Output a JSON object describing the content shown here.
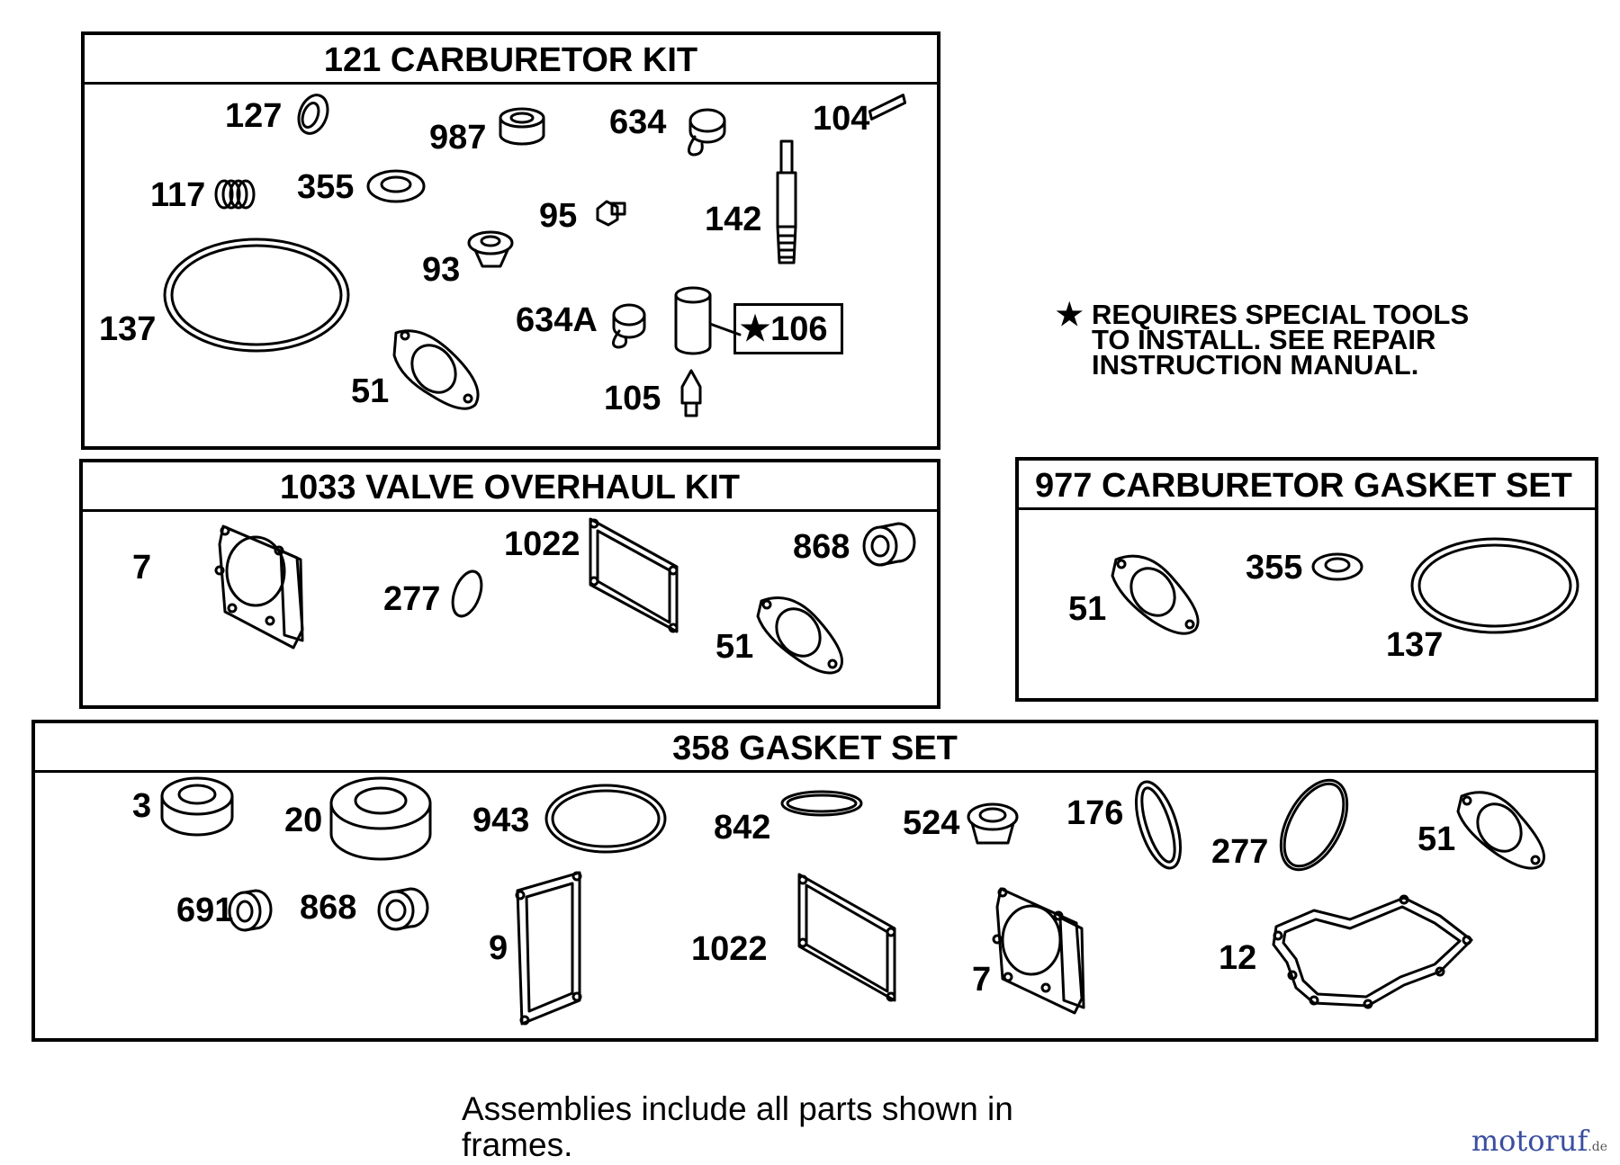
{
  "kits": {
    "carburetor_kit": {
      "title": "121 CARBURETOR KIT",
      "parts": [
        "127",
        "987",
        "634",
        "104",
        "117",
        "355",
        "95",
        "142",
        "93",
        "137",
        "634A",
        "106",
        "51",
        "105"
      ]
    },
    "valve_overhaul_kit": {
      "title": "1033 VALVE OVERHAUL KIT",
      "parts": [
        "7",
        "1022",
        "868",
        "277",
        "51"
      ]
    },
    "carburetor_gasket_set": {
      "title": "977 CARBURETOR GASKET SET",
      "parts": [
        "355",
        "51",
        "137"
      ]
    },
    "gasket_set": {
      "title": "358 GASKET SET",
      "parts": [
        "3",
        "20",
        "943",
        "842",
        "524",
        "176",
        "277",
        "51",
        "691",
        "868",
        "9",
        "1022",
        "7",
        "12"
      ]
    }
  },
  "note": {
    "star": "★",
    "lines": [
      "REQUIRES SPECIAL TOOLS",
      "TO INSTALL.  SEE REPAIR",
      "INSTRUCTION MANUAL."
    ]
  },
  "footer": {
    "lines": [
      "Assemblies include all parts shown in",
      "frames."
    ]
  },
  "watermark": {
    "text": "motoruf",
    "suffix": ".de",
    "colors": [
      "#3a4ea0",
      "#d8962a"
    ]
  }
}
